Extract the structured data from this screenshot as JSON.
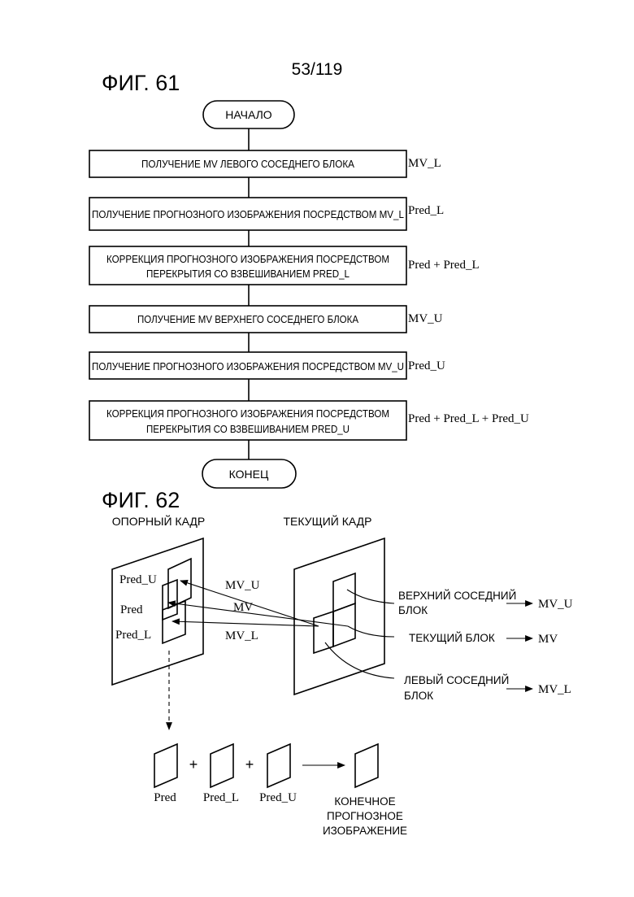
{
  "page_number": "53/119",
  "fig61": {
    "title": "ФИГ. 61",
    "start": "НАЧАЛО",
    "end": "КОНЕЦ",
    "steps": [
      {
        "lines": [
          "ПОЛУЧЕНИЕ MV ЛЕВОГО СОСЕДНЕГО БЛОКА"
        ],
        "side": "MV_L"
      },
      {
        "lines": [
          "ПОЛУЧЕНИЕ ПРОГНОЗНОГО ИЗОБРАЖЕНИЯ ПОСРЕДСТВОМ MV_L"
        ],
        "side": "Pred_L"
      },
      {
        "lines": [
          "КОРРЕКЦИЯ ПРОГНОЗНОГО ИЗОБРАЖЕНИЯ ПОСРЕДСТВОМ",
          "ПЕРЕКРЫТИЯ СО ВЗВЕШИВАНИЕМ PRED_L"
        ],
        "side": "Pred + Pred_L"
      },
      {
        "lines": [
          "ПОЛУЧЕНИЕ MV ВЕРХНЕГО СОСЕДНЕГО БЛОКА"
        ],
        "side": "MV_U"
      },
      {
        "lines": [
          "ПОЛУЧЕНИЕ ПРОГНОЗНОГО ИЗОБРАЖЕНИЯ ПОСРЕДСТВОМ MV_U"
        ],
        "side": "Pred_U"
      },
      {
        "lines": [
          "КОРРЕКЦИЯ ПРОГНОЗНОГО ИЗОБРАЖЕНИЯ ПОСРЕДСТВОМ",
          "ПЕРЕКРЫТИЯ СО ВЗВЕШИВАНИЕМ PRED_U"
        ],
        "side": "Pred + Pred_L + Pred_U"
      }
    ]
  },
  "fig62": {
    "title": "ФИГ. 62",
    "reference_frame": "ОПОРНЫЙ КАДР",
    "current_frame": "ТЕКУЩИЙ КАДР",
    "ref_labels": {
      "pred_u": "Pred_U",
      "pred": "Pred",
      "pred_l": "Pred_L"
    },
    "vectors": {
      "mv_u": "MV_U",
      "mv": "MV",
      "mv_l": "MV_L"
    },
    "blocks": {
      "upper": {
        "lines": [
          "ВЕРХНИЙ СОСЕДНИЙ",
          "БЛОК"
        ],
        "mv": "MV_U"
      },
      "current": {
        "lines": [
          "ТЕКУЩИЙ БЛОК"
        ],
        "mv": "MV"
      },
      "left": {
        "lines": [
          "ЛЕВЫЙ СОСЕДНИЙ",
          "БЛОК"
        ],
        "mv": "MV_L"
      }
    },
    "sum": {
      "terms": [
        "Pred",
        "Pred_L",
        "Pred_U"
      ],
      "plus": "+",
      "result_lines": [
        "КОНЕЧНОЕ",
        "ПРОГНОЗНОЕ",
        "ИЗОБРАЖЕНИЕ"
      ]
    }
  }
}
